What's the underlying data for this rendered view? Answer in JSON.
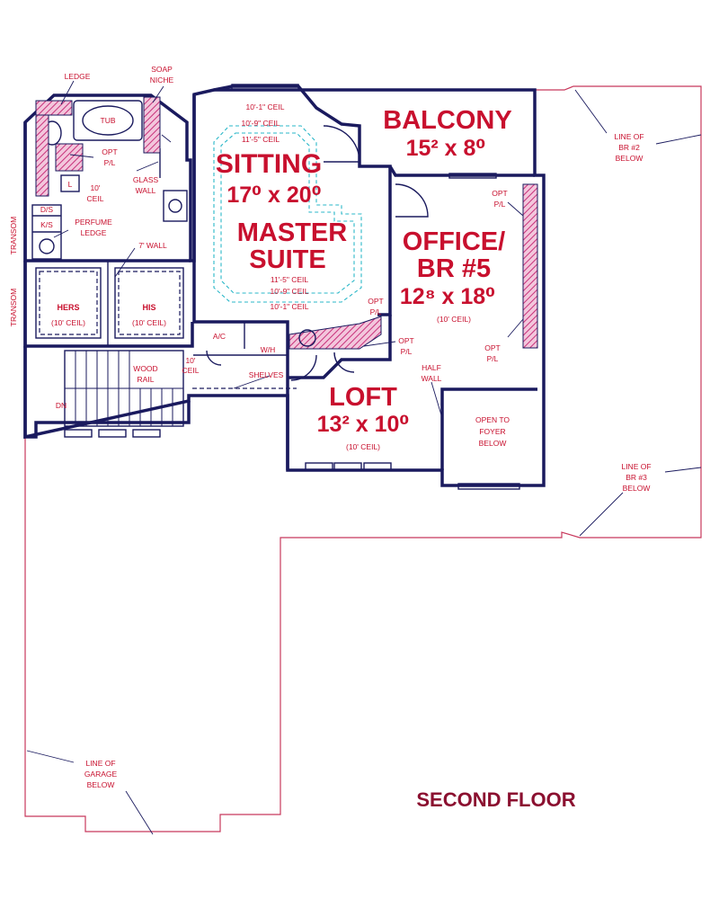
{
  "title": "SECOND FLOOR",
  "rooms": {
    "balcony": {
      "name": "BALCONY",
      "dim": "15² x 8⁰"
    },
    "sitting": {
      "name": "SITTING",
      "dim": "17⁰ x 20⁰"
    },
    "master": {
      "line1": "MASTER",
      "line2": "SUITE"
    },
    "office": {
      "line1": "OFFICE/",
      "line2": "BR #5",
      "dim": "12⁸ x 18⁰",
      "ceil": "(10' CEIL)"
    },
    "loft": {
      "name": "LOFT",
      "dim": "13² x 10⁰",
      "ceil": "(10' CEIL)"
    }
  },
  "closets": {
    "hers": "HERS",
    "hers_ceil": "(10' CEIL)",
    "his": "HIS",
    "his_ceil": "(10' CEIL)"
  },
  "ceilings_top": [
    "10'-1\" CEIL",
    "10'-9\" CEIL",
    "11'-5\" CEIL"
  ],
  "ceilings_bottom": [
    "11'-5\" CEIL",
    "10'-9\" CEIL",
    "10'-1\" CEIL"
  ],
  "labels": {
    "ledge": "LEDGE",
    "soap1": "SOAP",
    "soap2": "NICHE",
    "tub": "TUB",
    "opt": "OPT",
    "pl": "P/L",
    "ceil10": "10'",
    "ceil_word": "CEIL",
    "glass1": "GLASS",
    "glass2": "WALL",
    "l": "L",
    "ds": "D/S",
    "ks": "K/S",
    "perfume1": "PERFUME",
    "perfume2": "LEDGE",
    "wall7": "7' WALL",
    "transom": "TRANSOM",
    "ac": "A/C",
    "wh": "W/H",
    "wood1": "WOOD",
    "wood2": "RAIL",
    "shelves": "SHELVES",
    "dn": "DN",
    "half1": "HALF",
    "half2": "WALL",
    "open1": "OPEN TO",
    "open2": "FOYER",
    "open3": "BELOW",
    "line_of": "LINE OF",
    "br2": "BR #2",
    "br3": "BR #3",
    "garage": "GARAGE",
    "below": "BELOW"
  },
  "colors": {
    "walls": "#1a1a5e",
    "text": "#c8102e",
    "ceiling_line": "#2ab7c8",
    "below_line": "#c8385c",
    "title": "#8b1030"
  }
}
